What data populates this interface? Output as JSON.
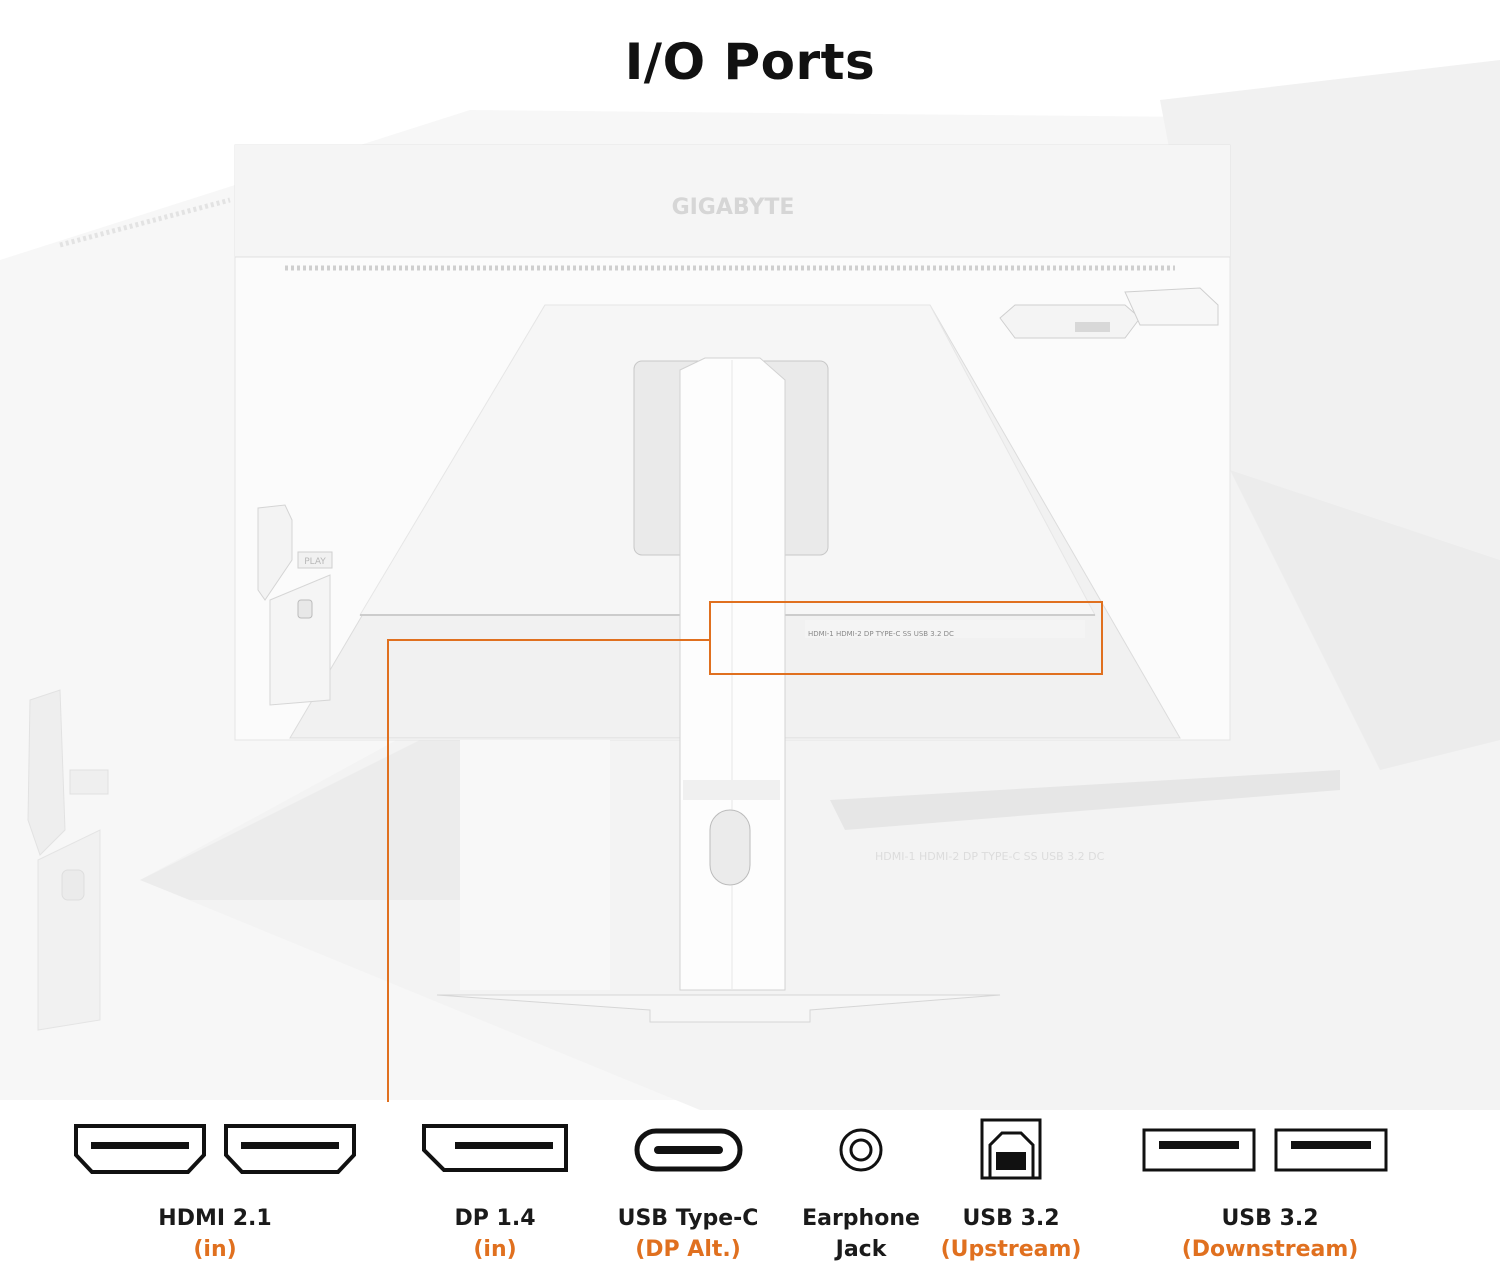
{
  "page": {
    "title": "I/O Ports"
  },
  "monitor": {
    "brand": "GIGABYTE",
    "button_badge": "PLAY"
  },
  "panel_labels": [
    "HDMI-1",
    "HDMI-2",
    "DP",
    "TYPE-C",
    "SS",
    "USB 3.2",
    "DC"
  ],
  "ports": [
    {
      "id": "hdmi",
      "name": "HDMI 2.1",
      "note": "(in)",
      "icon": "hdmi-port-icon",
      "count": 2
    },
    {
      "id": "dp",
      "name": "DP 1.4",
      "note": "(in)",
      "icon": "displayport-icon",
      "count": 1
    },
    {
      "id": "usbc",
      "name": "USB Type-C",
      "note": "(DP Alt.)",
      "icon": "usb-c-port-icon",
      "count": 1
    },
    {
      "id": "earphone",
      "name": "Earphone",
      "note": "Jack",
      "icon": "earphone-jack-icon",
      "count": 1
    },
    {
      "id": "usb-up",
      "name": "USB 3.2",
      "note": "(Upstream)",
      "icon": "usb-b-port-icon",
      "count": 1
    },
    {
      "id": "usb-down",
      "name": "USB 3.2",
      "note": "(Downstream)",
      "icon": "usb-a-port-icon",
      "count": 2
    }
  ],
  "colors": {
    "accent": "#e0701f",
    "text": "#1a1a1a",
    "icon_stroke": "#111111",
    "background": "#ffffff"
  }
}
